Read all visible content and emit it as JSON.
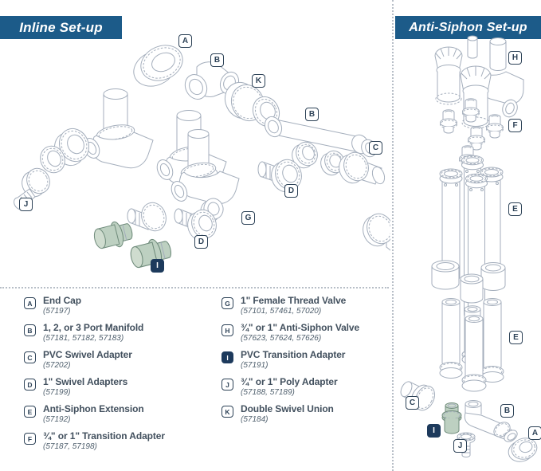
{
  "inline_panel": {
    "title": "Inline Set-up",
    "labels": [
      {
        "letter": "A"
      },
      {
        "letter": "B"
      },
      {
        "letter": "K"
      },
      {
        "letter": "B"
      },
      {
        "letter": "C"
      },
      {
        "letter": "D"
      },
      {
        "letter": "G"
      },
      {
        "letter": "D"
      },
      {
        "letter": "J"
      },
      {
        "letter": "I"
      }
    ]
  },
  "anti_siphon_panel": {
    "title": "Anti-Siphon Set-up",
    "labels": [
      {
        "letter": "H"
      },
      {
        "letter": "F"
      },
      {
        "letter": "E"
      },
      {
        "letter": "E"
      },
      {
        "letter": "C"
      },
      {
        "letter": "B"
      },
      {
        "letter": "I"
      },
      {
        "letter": "J"
      },
      {
        "letter": "A"
      }
    ]
  },
  "legend": {
    "column1": [
      {
        "letter": "A",
        "title": "End Cap",
        "part_numbers": "(57197)"
      },
      {
        "letter": "B",
        "title": "1, 2, or 3 Port Manifold",
        "part_numbers": "(57181, 57182, 57183)"
      },
      {
        "letter": "C",
        "title": "PVC Swivel Adapter",
        "part_numbers": "(57202)"
      },
      {
        "letter": "D",
        "title": "1\" Swivel Adapters",
        "part_numbers": "(57199)"
      },
      {
        "letter": "E",
        "title": "Anti-Siphon Extension",
        "part_numbers": "(57192)"
      },
      {
        "letter": "F",
        "title": "¾\" or 1\" Transition Adapter",
        "part_numbers": "(57187, 57198)"
      }
    ],
    "column2": [
      {
        "letter": "G",
        "title": "1\" Female Thread Valve",
        "part_numbers": "(57101, 57461, 57020)"
      },
      {
        "letter": "H",
        "title": "¾\" or 1\" Anti-Siphon Valve",
        "part_numbers": "(57623, 57624, 57626)"
      },
      {
        "letter": "I",
        "title": "PVC Transition Adapter",
        "part_numbers": "(57191)"
      },
      {
        "letter": "J",
        "title": "¾\" or 1\" Poly Adapter",
        "part_numbers": "(57188, 57189)"
      },
      {
        "letter": "K",
        "title": "Double Swivel Union",
        "part_numbers": "(57184)"
      }
    ]
  },
  "colors": {
    "banner_blue": "#1c5b89",
    "badge_navy": "#1d3a5c",
    "line_art": "#a4aebc",
    "highlight_green": "#bdd0c1",
    "text": "#42505e"
  }
}
